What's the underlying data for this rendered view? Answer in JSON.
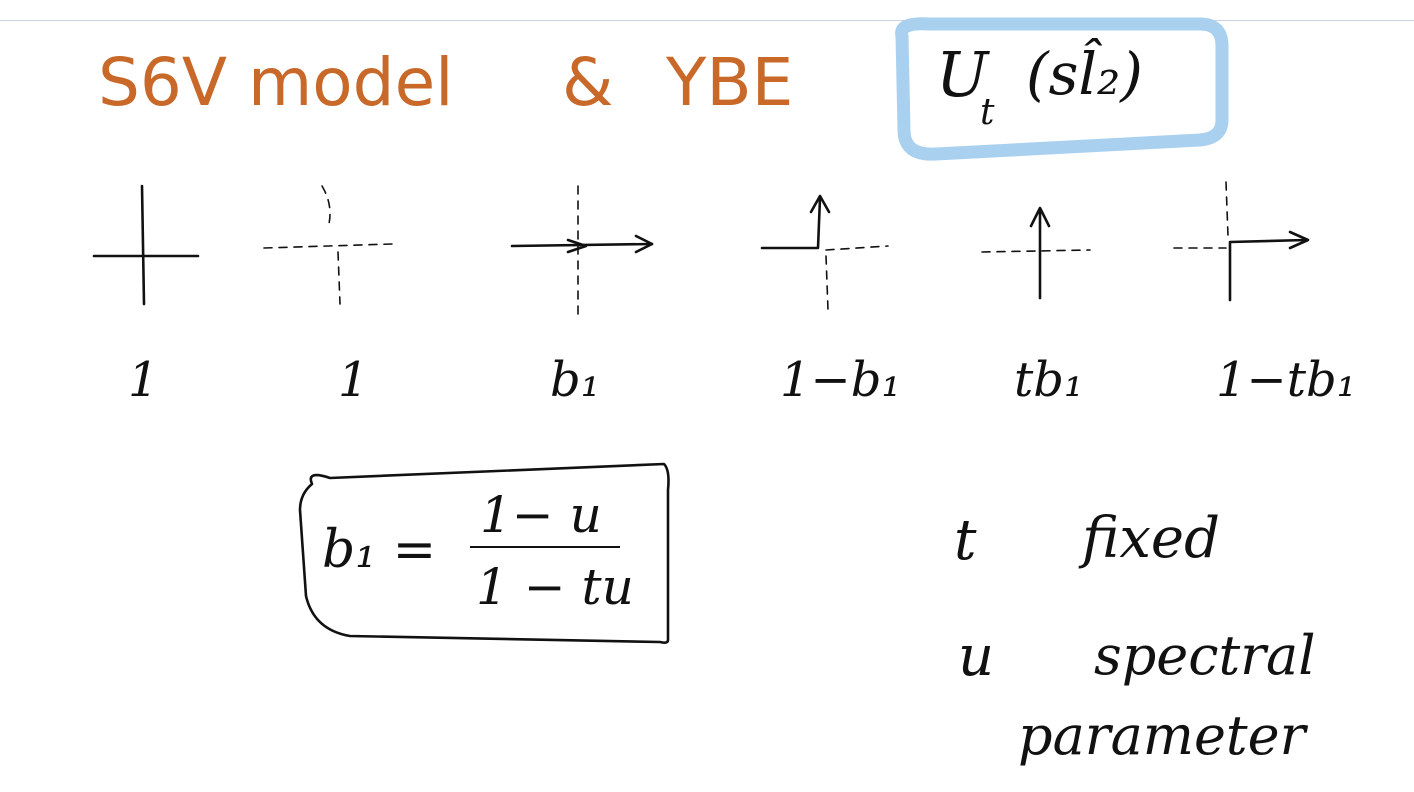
{
  "colors": {
    "title_ink": "#c8692a",
    "ink": "#111111",
    "highlight": "#a9d1ef"
  },
  "header": {
    "title_model": "S6V model",
    "ampersand": "&",
    "ybe": "YBE",
    "algebra": "U_t(sl₂)",
    "algebra_main": "U",
    "algebra_sub": "t",
    "algebra_arg": "(sl̂₂)"
  },
  "vertices": {
    "weights": [
      "1",
      "1",
      "b₁",
      "1−b₁",
      "tb₁",
      "1−tb₁"
    ]
  },
  "formula": {
    "lhs": "b₁ =",
    "numerator": "1− u",
    "denominator": "1 − tu"
  },
  "notes": {
    "t_symbol": "t",
    "t_desc": "fixed",
    "u_symbol": "u",
    "u_desc_line1": "spectral",
    "u_desc_line2": "parameter"
  }
}
